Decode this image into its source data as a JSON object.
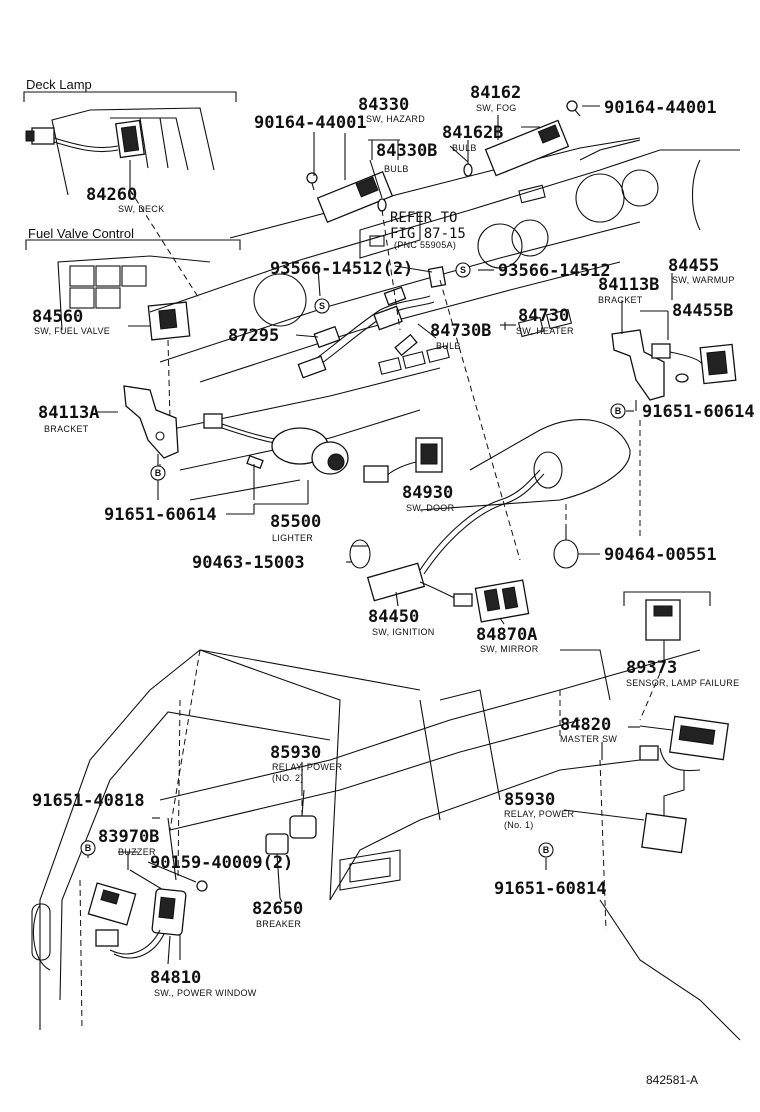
{
  "sections": {
    "deck_lamp": "Deck Lamp",
    "fuel_valve_control": "Fuel Valve Control"
  },
  "callouts": [
    {
      "key": "84260",
      "number": "84260",
      "caption": "SW, DECK"
    },
    {
      "key": "84560",
      "number": "84560",
      "caption": "SW, FUEL VALVE"
    },
    {
      "key": "84113A",
      "number": "84113A",
      "caption": "BRACKET"
    },
    {
      "key": "91651-60614-left",
      "number": "91651-60614",
      "caption": ""
    },
    {
      "key": "90164-44001-left",
      "number": "90164-44001",
      "caption": ""
    },
    {
      "key": "84330",
      "number": "84330",
      "caption": "SW, HAZARD"
    },
    {
      "key": "84330B",
      "number": "84330B",
      "caption": "BULB"
    },
    {
      "key": "84162",
      "number": "84162",
      "caption": "SW, FOG"
    },
    {
      "key": "84162B",
      "number": "84162B",
      "caption": "BULB"
    },
    {
      "key": "90164-44001-right",
      "number": "90164-44001",
      "caption": ""
    },
    {
      "key": "93566-14512-2",
      "number": "93566-14512(2)",
      "caption": ""
    },
    {
      "key": "93566-14512",
      "number": "93566-14512",
      "caption": ""
    },
    {
      "key": "87295",
      "number": "87295",
      "caption": ""
    },
    {
      "key": "84730",
      "number": "84730",
      "caption": "SW, HEATER"
    },
    {
      "key": "84730B",
      "number": "84730B",
      "caption": "BULB"
    },
    {
      "key": "84455",
      "number": "84455",
      "caption": "SW, WARMUP"
    },
    {
      "key": "84113B",
      "number": "84113B",
      "caption": "BRACKET"
    },
    {
      "key": "84455B",
      "number": "84455B",
      "caption": ""
    },
    {
      "key": "91651-60614-right",
      "number": "91651-60614",
      "caption": ""
    },
    {
      "key": "84930",
      "number": "84930",
      "caption": "SW, DOOR"
    },
    {
      "key": "85500",
      "number": "85500",
      "caption": "LIGHTER"
    },
    {
      "key": "90463-15003",
      "number": "90463-15003",
      "caption": ""
    },
    {
      "key": "90464-00551",
      "number": "90464-00551",
      "caption": ""
    },
    {
      "key": "84450",
      "number": "84450",
      "caption": "SW, IGNITION"
    },
    {
      "key": "84870A",
      "number": "84870A",
      "caption": "SW, MIRROR"
    },
    {
      "key": "89373",
      "number": "89373",
      "caption": "SENSOR, LAMP FAILURE"
    },
    {
      "key": "84820",
      "number": "84820",
      "caption": "MASTER SW"
    },
    {
      "key": "85930-2",
      "number": "85930",
      "caption": "RELAY, POWER",
      "note": "(NO. 2)"
    },
    {
      "key": "91651-40818",
      "number": "91651-40818",
      "caption": ""
    },
    {
      "key": "83970B",
      "number": "83970B",
      "caption": "BUZZER"
    },
    {
      "key": "90159-40009",
      "number": "90159-40009(2)",
      "caption": ""
    },
    {
      "key": "85930-1",
      "number": "85930",
      "caption": "RELAY, POWER",
      "note": "(No. 1)"
    },
    {
      "key": "82650",
      "number": "82650",
      "caption": "BREAKER"
    },
    {
      "key": "91651-60814",
      "number": "91651-60814",
      "caption": ""
    },
    {
      "key": "84810",
      "number": "84810",
      "caption": "SW., POWER WINDOW"
    }
  ],
  "refer": {
    "line1": "REFER TO",
    "line2": "FIG  87-15",
    "line3": "(PNC 55905A)"
  },
  "symbols": {
    "s": "S",
    "b": "B"
  },
  "figure_code": "842581-A"
}
